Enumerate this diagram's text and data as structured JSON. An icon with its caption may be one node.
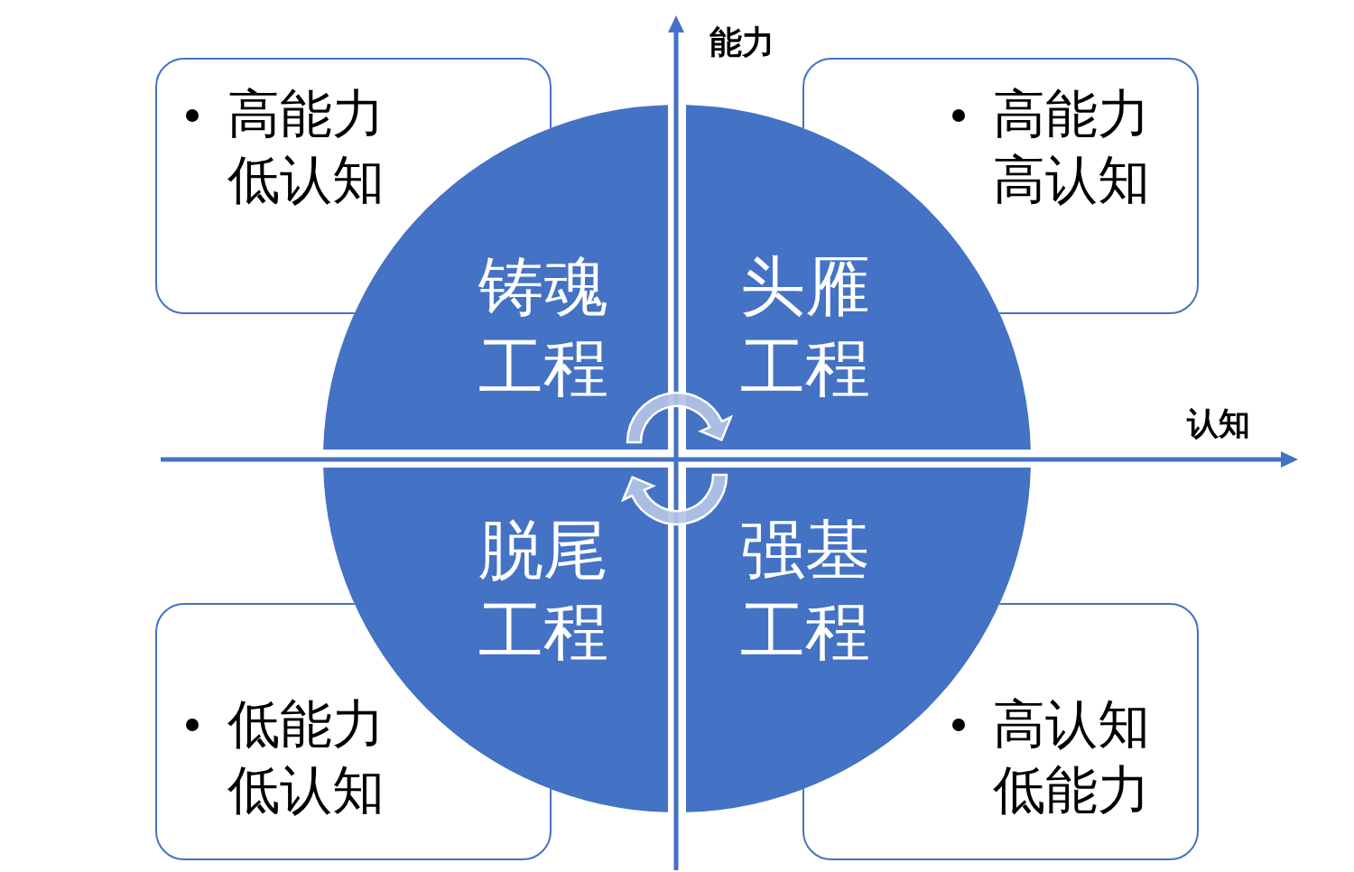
{
  "diagram": {
    "nodes": [
      {
        "text": [
          "高能力低认知"
        ]
      },
      {
        "text": [
          "高能力高认知"
        ]
      },
      {
        "text": [
          "铸魂工程"
        ]
      },
      {
        "text": [
          "头雁工程"
        ]
      },
      {
        "text": [
          "脱尾工程"
        ]
      },
      {
        "text": [
          "强基工程"
        ]
      },
      {
        "text": [
          "低能力低认知"
        ]
      },
      {
        "text": [
          "高认知低能力"
        ]
      }
    ],
    "edges": [
      {
        "from": 2,
        "to": 3,
        "arrow": "to"
      },
      {
        "from": 5,
        "to": 4,
        "arrow": "to"
      }
    ],
    "labels": [
      "能力",
      "认知"
    ]
  }
}
